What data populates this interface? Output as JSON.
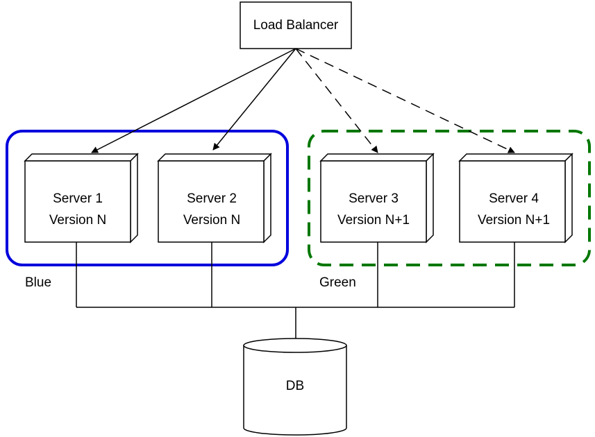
{
  "colors": {
    "blue": "#0000dd",
    "green": "#007700",
    "line": "#000000",
    "background": "#ffffff"
  },
  "load_balancer": {
    "label": "Load Balancer"
  },
  "groups": {
    "blue": {
      "label": "Blue"
    },
    "green": {
      "label": "Green"
    }
  },
  "servers": [
    {
      "name": "Server 1",
      "version": "Version N",
      "group": "blue"
    },
    {
      "name": "Server 2",
      "version": "Version N",
      "group": "blue"
    },
    {
      "name": "Server 3",
      "version": "Version N+1",
      "group": "green"
    },
    {
      "name": "Server 4",
      "version": "Version N+1",
      "group": "green"
    }
  ],
  "connections": [
    {
      "from": "Load Balancer",
      "to": "Server 1",
      "style": "solid"
    },
    {
      "from": "Load Balancer",
      "to": "Server 2",
      "style": "solid"
    },
    {
      "from": "Load Balancer",
      "to": "Server 3",
      "style": "dashed"
    },
    {
      "from": "Load Balancer",
      "to": "Server 4",
      "style": "dashed"
    }
  ],
  "database": {
    "label": "DB"
  }
}
